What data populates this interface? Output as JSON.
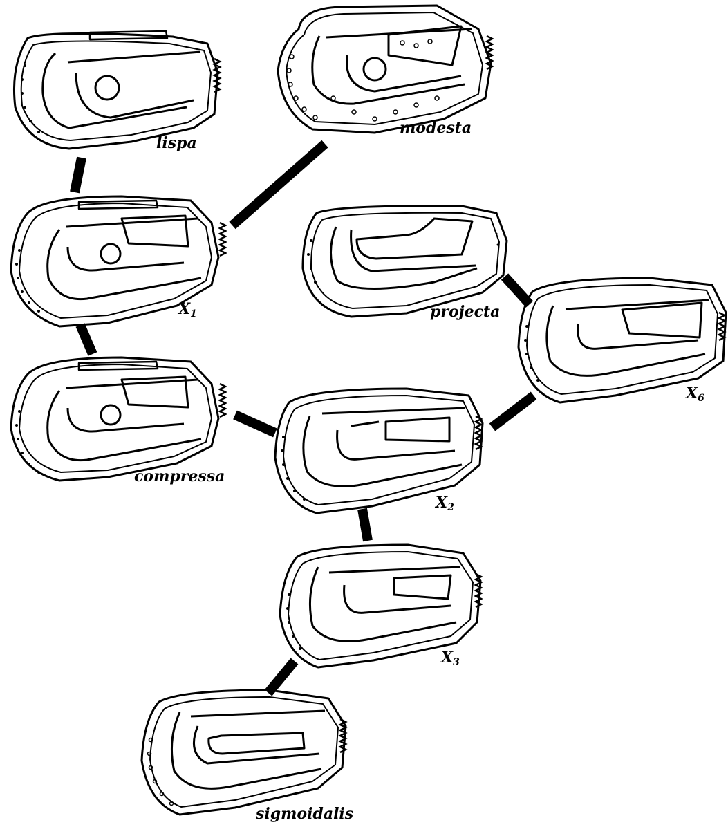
{
  "labels": {
    "lispa": "lispa",
    "modesta": "modesta",
    "x1": "X",
    "x1_sub": "1",
    "projecta": "projecta",
    "x6": "X",
    "x6_sub": "6",
    "compressa": "compressa",
    "x2": "X",
    "x2_sub": "2",
    "x3": "X",
    "x3_sub": "3",
    "sigmoidalis": "sigmoidalis"
  },
  "colors": {
    "ink": "#000000",
    "paper": "#ffffff"
  }
}
